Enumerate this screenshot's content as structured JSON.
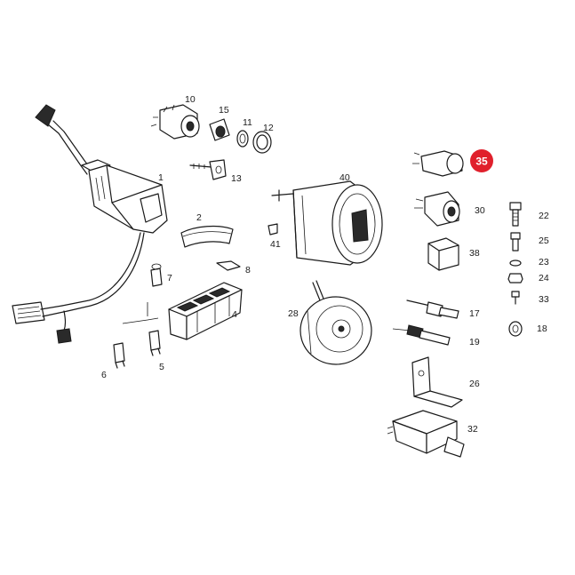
{
  "labels": {
    "p1": "1",
    "p2": "2",
    "p4": "4",
    "p5": "5",
    "p6": "6",
    "p7": "7",
    "p8": "8",
    "p10": "10",
    "p11": "11",
    "p12": "12",
    "p13": "13",
    "p15": "15",
    "p17": "17",
    "p18": "18",
    "p19": "19",
    "p22": "22",
    "p23": "23",
    "p24": "24",
    "p25": "25",
    "p26": "26",
    "p28": "28",
    "p30": "30",
    "p32": "32",
    "p33": "33",
    "p38": "38",
    "p40": "40",
    "p41": "41"
  },
  "highlight": {
    "label": "35",
    "color": "#e0202c"
  }
}
